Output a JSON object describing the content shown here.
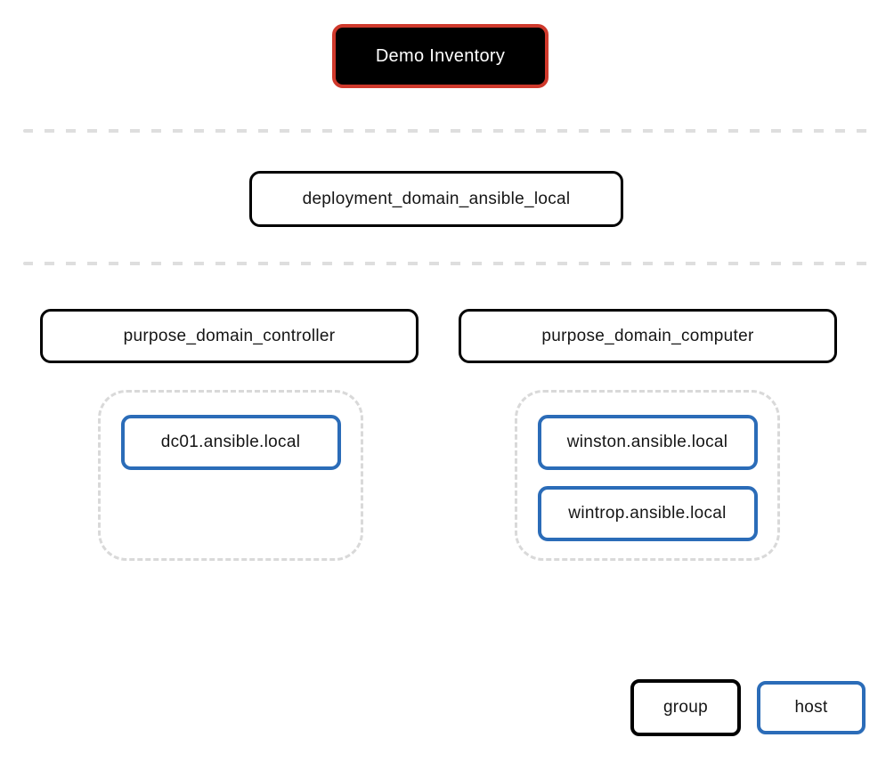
{
  "diagram": {
    "title": "Demo Inventory",
    "inventory_group": "deployment_domain_ansible_local",
    "groups": [
      {
        "label": "purpose_domain_controller",
        "hosts": [
          "dc01.ansible.local"
        ]
      },
      {
        "label": "purpose_domain_computer",
        "hosts": [
          "winston.ansible.local",
          "wintrop.ansible.local"
        ]
      }
    ],
    "legend": {
      "group_label": "group",
      "host_label": "host"
    }
  },
  "colors": {
    "accent_red": "#cf392c",
    "accent_blue": "#2b6cb8",
    "divider_gray": "#dedede",
    "node_fill_black": "#000000",
    "text_dark": "#151515"
  }
}
